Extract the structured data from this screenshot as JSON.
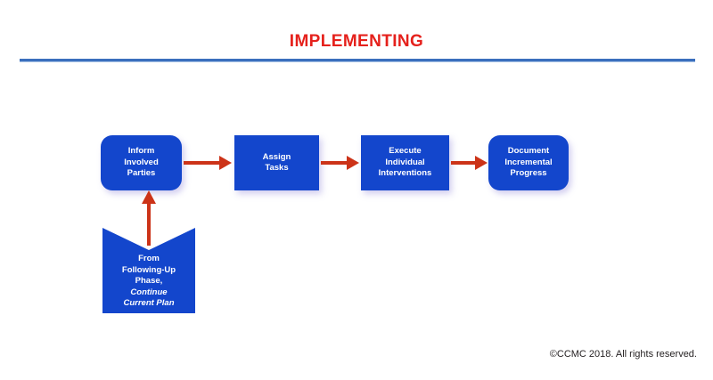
{
  "slide": {
    "title": "IMPLEMENTING",
    "footer": "©CCMC 2018. All rights reserved.",
    "colors": {
      "title_red": "#e5211c",
      "divider_blue": "#3b6fbd",
      "box_blue": "#1346cc",
      "arrow_red": "#cc3318",
      "box_text": "#ffffff",
      "background": "#ffffff",
      "footer_text": "#231f20"
    }
  },
  "flow": {
    "boxes": [
      {
        "id": "inform-involved-parties",
        "shape": "rounded-rectangle",
        "lines": [
          "Inform",
          "Involved",
          "Parties"
        ]
      },
      {
        "id": "assign-tasks",
        "shape": "rectangle",
        "lines": [
          "Assign",
          "Tasks"
        ]
      },
      {
        "id": "execute-individual-interventions",
        "shape": "rectangle",
        "lines": [
          "Execute",
          "Individual",
          "Interventions"
        ]
      },
      {
        "id": "document-incremental-progress",
        "shape": "rounded-rectangle",
        "lines": [
          "Document",
          "Incremental",
          "Progress"
        ]
      }
    ],
    "entry_shape": {
      "id": "from-following-up-phase",
      "shape": "notched-pentagon",
      "lines": [
        "From",
        "Following-Up",
        "Phase,"
      ],
      "italic_lines": [
        "Continue",
        "Current Plan"
      ]
    },
    "connectors": [
      {
        "id": "arrow-1",
        "from": "inform-involved-parties",
        "to": "assign-tasks",
        "direction": "right"
      },
      {
        "id": "arrow-2",
        "from": "assign-tasks",
        "to": "execute-individual-interventions",
        "direction": "right"
      },
      {
        "id": "arrow-3",
        "from": "execute-individual-interventions",
        "to": "document-incremental-progress",
        "direction": "right"
      },
      {
        "id": "arrow-up",
        "from": "from-following-up-phase",
        "to": "inform-involved-parties",
        "direction": "up"
      }
    ]
  }
}
